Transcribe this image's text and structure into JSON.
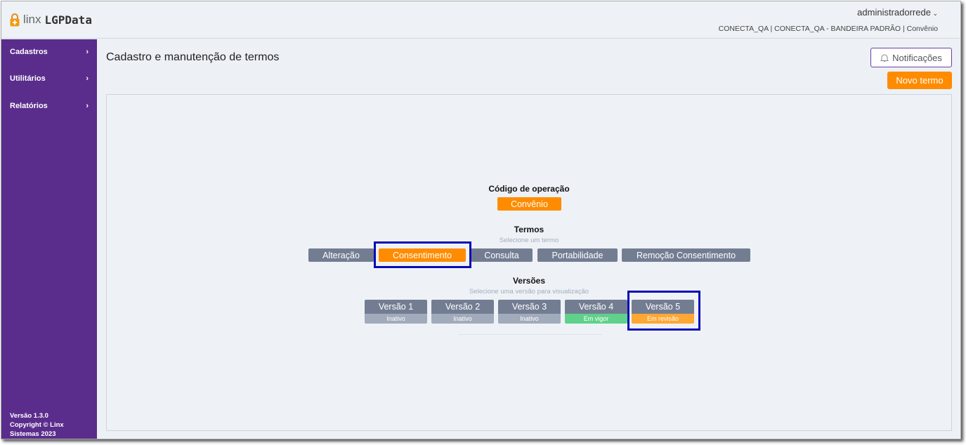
{
  "app": {
    "logo_prefix": "linx",
    "logo_name": "LGPData"
  },
  "header": {
    "user": "administradorrede",
    "context": "CONECTA_QA | CONECTA_QA - BANDEIRA PADRÃO | Convênio"
  },
  "sidebar": {
    "items": [
      {
        "label": "Cadastros"
      },
      {
        "label": "Utilitários"
      },
      {
        "label": "Relatórios"
      }
    ],
    "footer": [
      "Versão 1.3.0",
      "Copyright © Linx",
      "Sistemas 2023"
    ]
  },
  "page": {
    "title": "Cadastro e manutenção de termos",
    "notifications": "Notificações",
    "new_term": "Novo termo"
  },
  "operation": {
    "label": "Código de operação",
    "value": "Convênio"
  },
  "terms": {
    "label": "Termos",
    "hint": "Selecione um termo",
    "items": [
      "Alteração",
      "Consentimento",
      "Consulta",
      "Portabilidade",
      "Remoção Consentimento"
    ],
    "selected": "Consentimento"
  },
  "versions": {
    "label": "Versões",
    "hint": "Selecione uma versão para visualização",
    "items": [
      {
        "name": "Versão 1",
        "status": "Inativo",
        "color": "#a1abbb"
      },
      {
        "name": "Versão 2",
        "status": "Inativo",
        "color": "#a1abbb"
      },
      {
        "name": "Versão 3",
        "status": "Inativo",
        "color": "#a1abbb"
      },
      {
        "name": "Versão 4",
        "status": "Em vigor",
        "color": "#5fd18a"
      },
      {
        "name": "Versão 5",
        "status": "Em revisão",
        "color": "#ffa733"
      }
    ]
  }
}
